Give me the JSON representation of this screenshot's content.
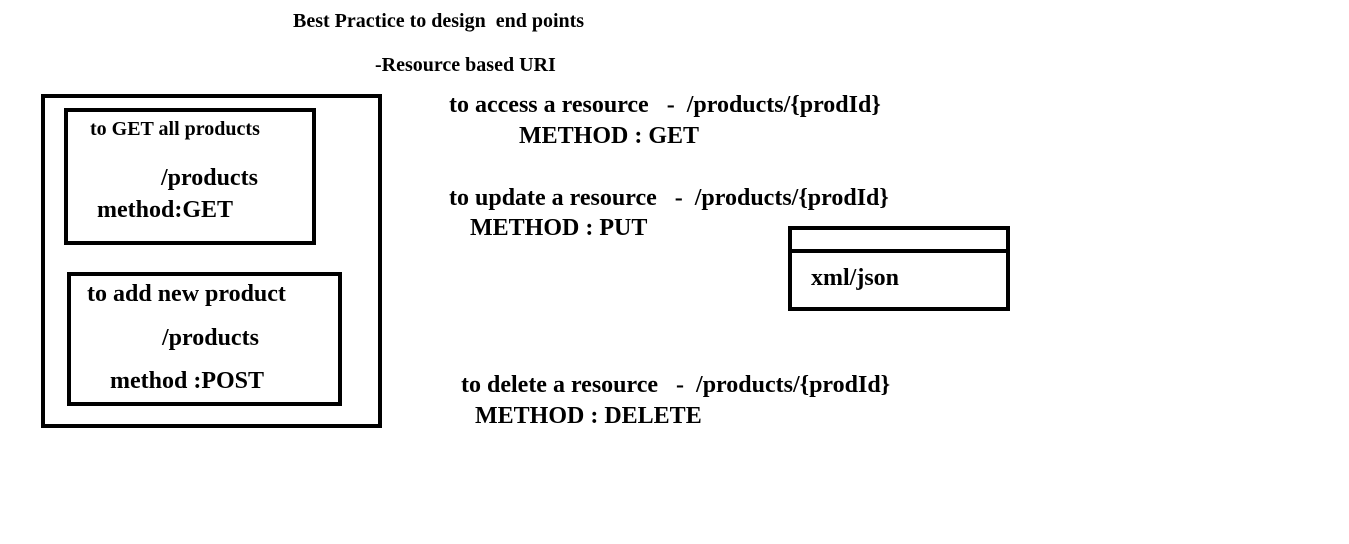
{
  "title": "Best Practice to design  end points",
  "subtitle": "-Resource based URI",
  "left_panel": {
    "get_all": {
      "heading": "to GET all products",
      "path": "/products",
      "method": "method:GET"
    },
    "add_new": {
      "heading": "to add new product",
      "path": "/products",
      "method": "method :POST"
    }
  },
  "operations": {
    "access": {
      "description": "to access a resource   -  /products/{prodId}",
      "method": "METHOD : GET"
    },
    "update": {
      "description": "to update a resource   -  /products/{prodId}",
      "method": "METHOD : PUT"
    },
    "delete": {
      "description": "to delete a resource   -  /products/{prodId}",
      "method": "METHOD : DELETE"
    }
  },
  "payload_box": {
    "label": "xml/json"
  },
  "colors": {
    "ink": "#000000",
    "background": "#ffffff"
  }
}
